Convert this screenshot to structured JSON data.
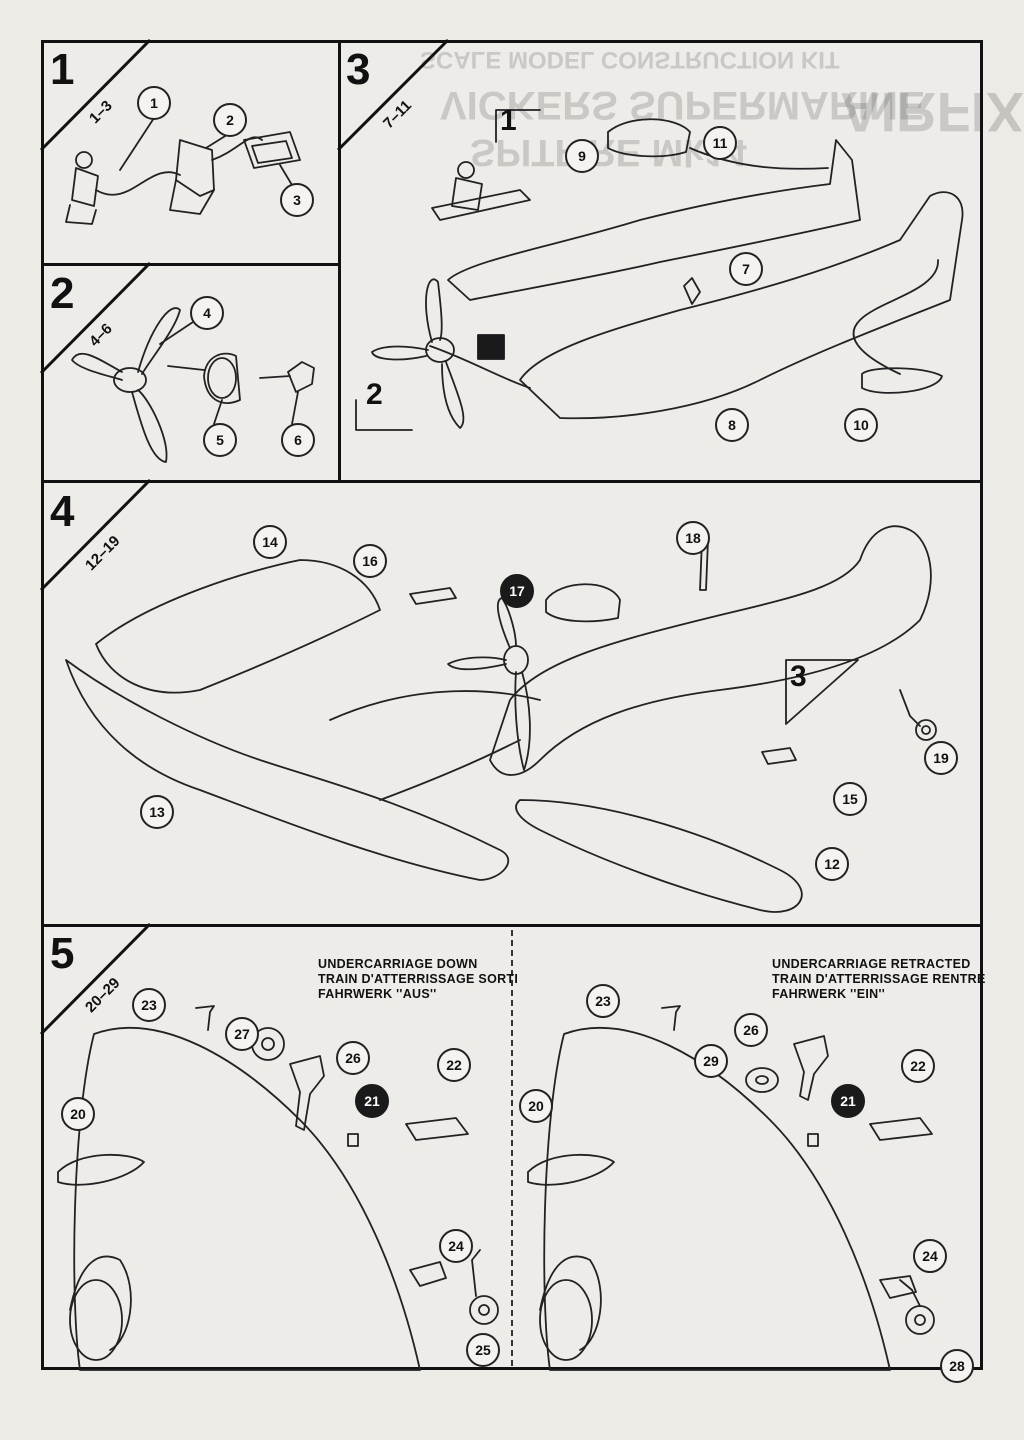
{
  "header": {
    "ghost_line1": "SCALE MODEL CONSTRUCTION KIT",
    "ghost_line2": "VICKERS SUPERMARINE",
    "ghost_line3": "SPITFIRE Mk14",
    "ghost_brand": "AIRFIX"
  },
  "steps": [
    {
      "number": "1",
      "range": "1–3"
    },
    {
      "number": "2",
      "range": "4–6"
    },
    {
      "number": "3",
      "range": "7–11"
    },
    {
      "number": "4",
      "range": "12–19"
    },
    {
      "number": "5",
      "range": "20–29"
    }
  ],
  "subassembly_labels": {
    "s3_a": "1",
    "s3_b": "2",
    "s4_a": "3"
  },
  "captions": {
    "down": [
      "UNDERCARRIAGE DOWN",
      "TRAIN D'ATTERRISSAGE SORTI",
      "FAHRWERK ''AUS''"
    ],
    "retracted": [
      "UNDERCARRIAGE RETRACTED",
      "TRAIN D'ATTERRISSAGE RENTRE",
      "FAHRWERK ''EIN''"
    ]
  },
  "parts": {
    "p1": "1",
    "p2": "2",
    "p3": "3",
    "p4": "4",
    "p5": "5",
    "p6": "6",
    "p7": "7",
    "p8": "8",
    "p9": "9",
    "p10": "10",
    "p11": "11",
    "p12": "12",
    "p13": "13",
    "p14": "14",
    "p15": "15",
    "p16": "16",
    "p17": "17",
    "p18": "18",
    "p19": "19",
    "p20a": "20",
    "p21a": "21",
    "p22a": "22",
    "p23a": "23",
    "p24a": "24",
    "p25": "25",
    "p26a": "26",
    "p27": "27",
    "p20b": "20",
    "p21b": "21",
    "p22b": "22",
    "p23b": "23",
    "p24b": "24",
    "p26b": "26",
    "p28": "28",
    "p29": "29"
  },
  "colors": {
    "ink": "#111111",
    "paper": "#ecebe6",
    "dark_callout": "#1a1a1a"
  }
}
